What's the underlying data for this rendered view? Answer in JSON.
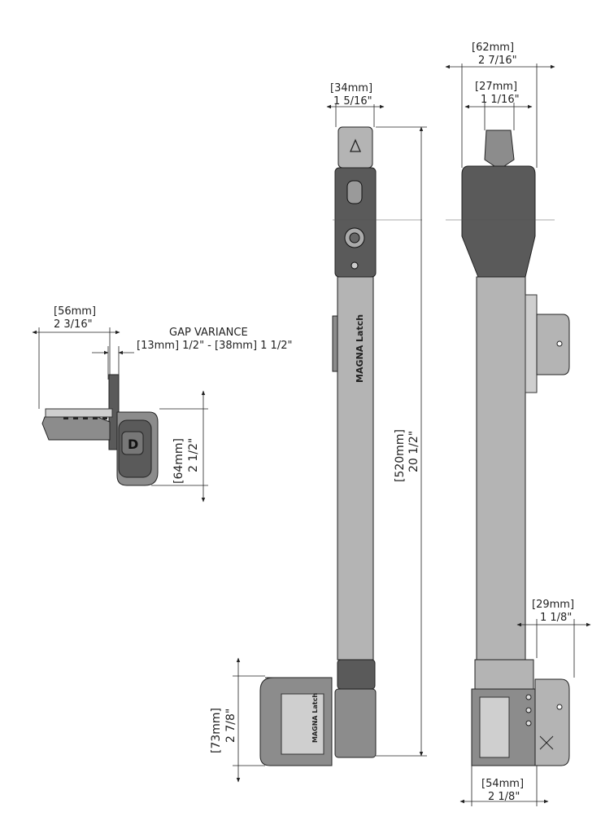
{
  "dimensions": {
    "top_left_mm": "[56mm]",
    "top_left_in": "2 3/16\"",
    "gap_title": "GAP VARIANCE",
    "gap_range": "[13mm] 1/2\"  - [38mm] 1 1/2\"",
    "side_height_mm": "[64mm]",
    "side_height_in": "2 1/2\"",
    "bar_width_mm": "[34mm]",
    "bar_width_in": "1 5/16\"",
    "total_length_mm": "[520mm]",
    "total_length_in": "20 1/2\"",
    "foot_height_mm": "[73mm]",
    "foot_height_in": "2 7/8\"",
    "side_width_mm": "[62mm]",
    "side_width_in": "2 7/16\"",
    "head_width_mm": "[27mm]",
    "head_width_in": "1 1/16\"",
    "offset_mm": "[29mm]",
    "offset_in": "1 1/8\"",
    "base_width_mm": "[54mm]",
    "base_width_in": "2 1/8\""
  },
  "branding": {
    "bar_logo": "MAGNA Latch",
    "foot_logo": "MAGNA Latch"
  }
}
